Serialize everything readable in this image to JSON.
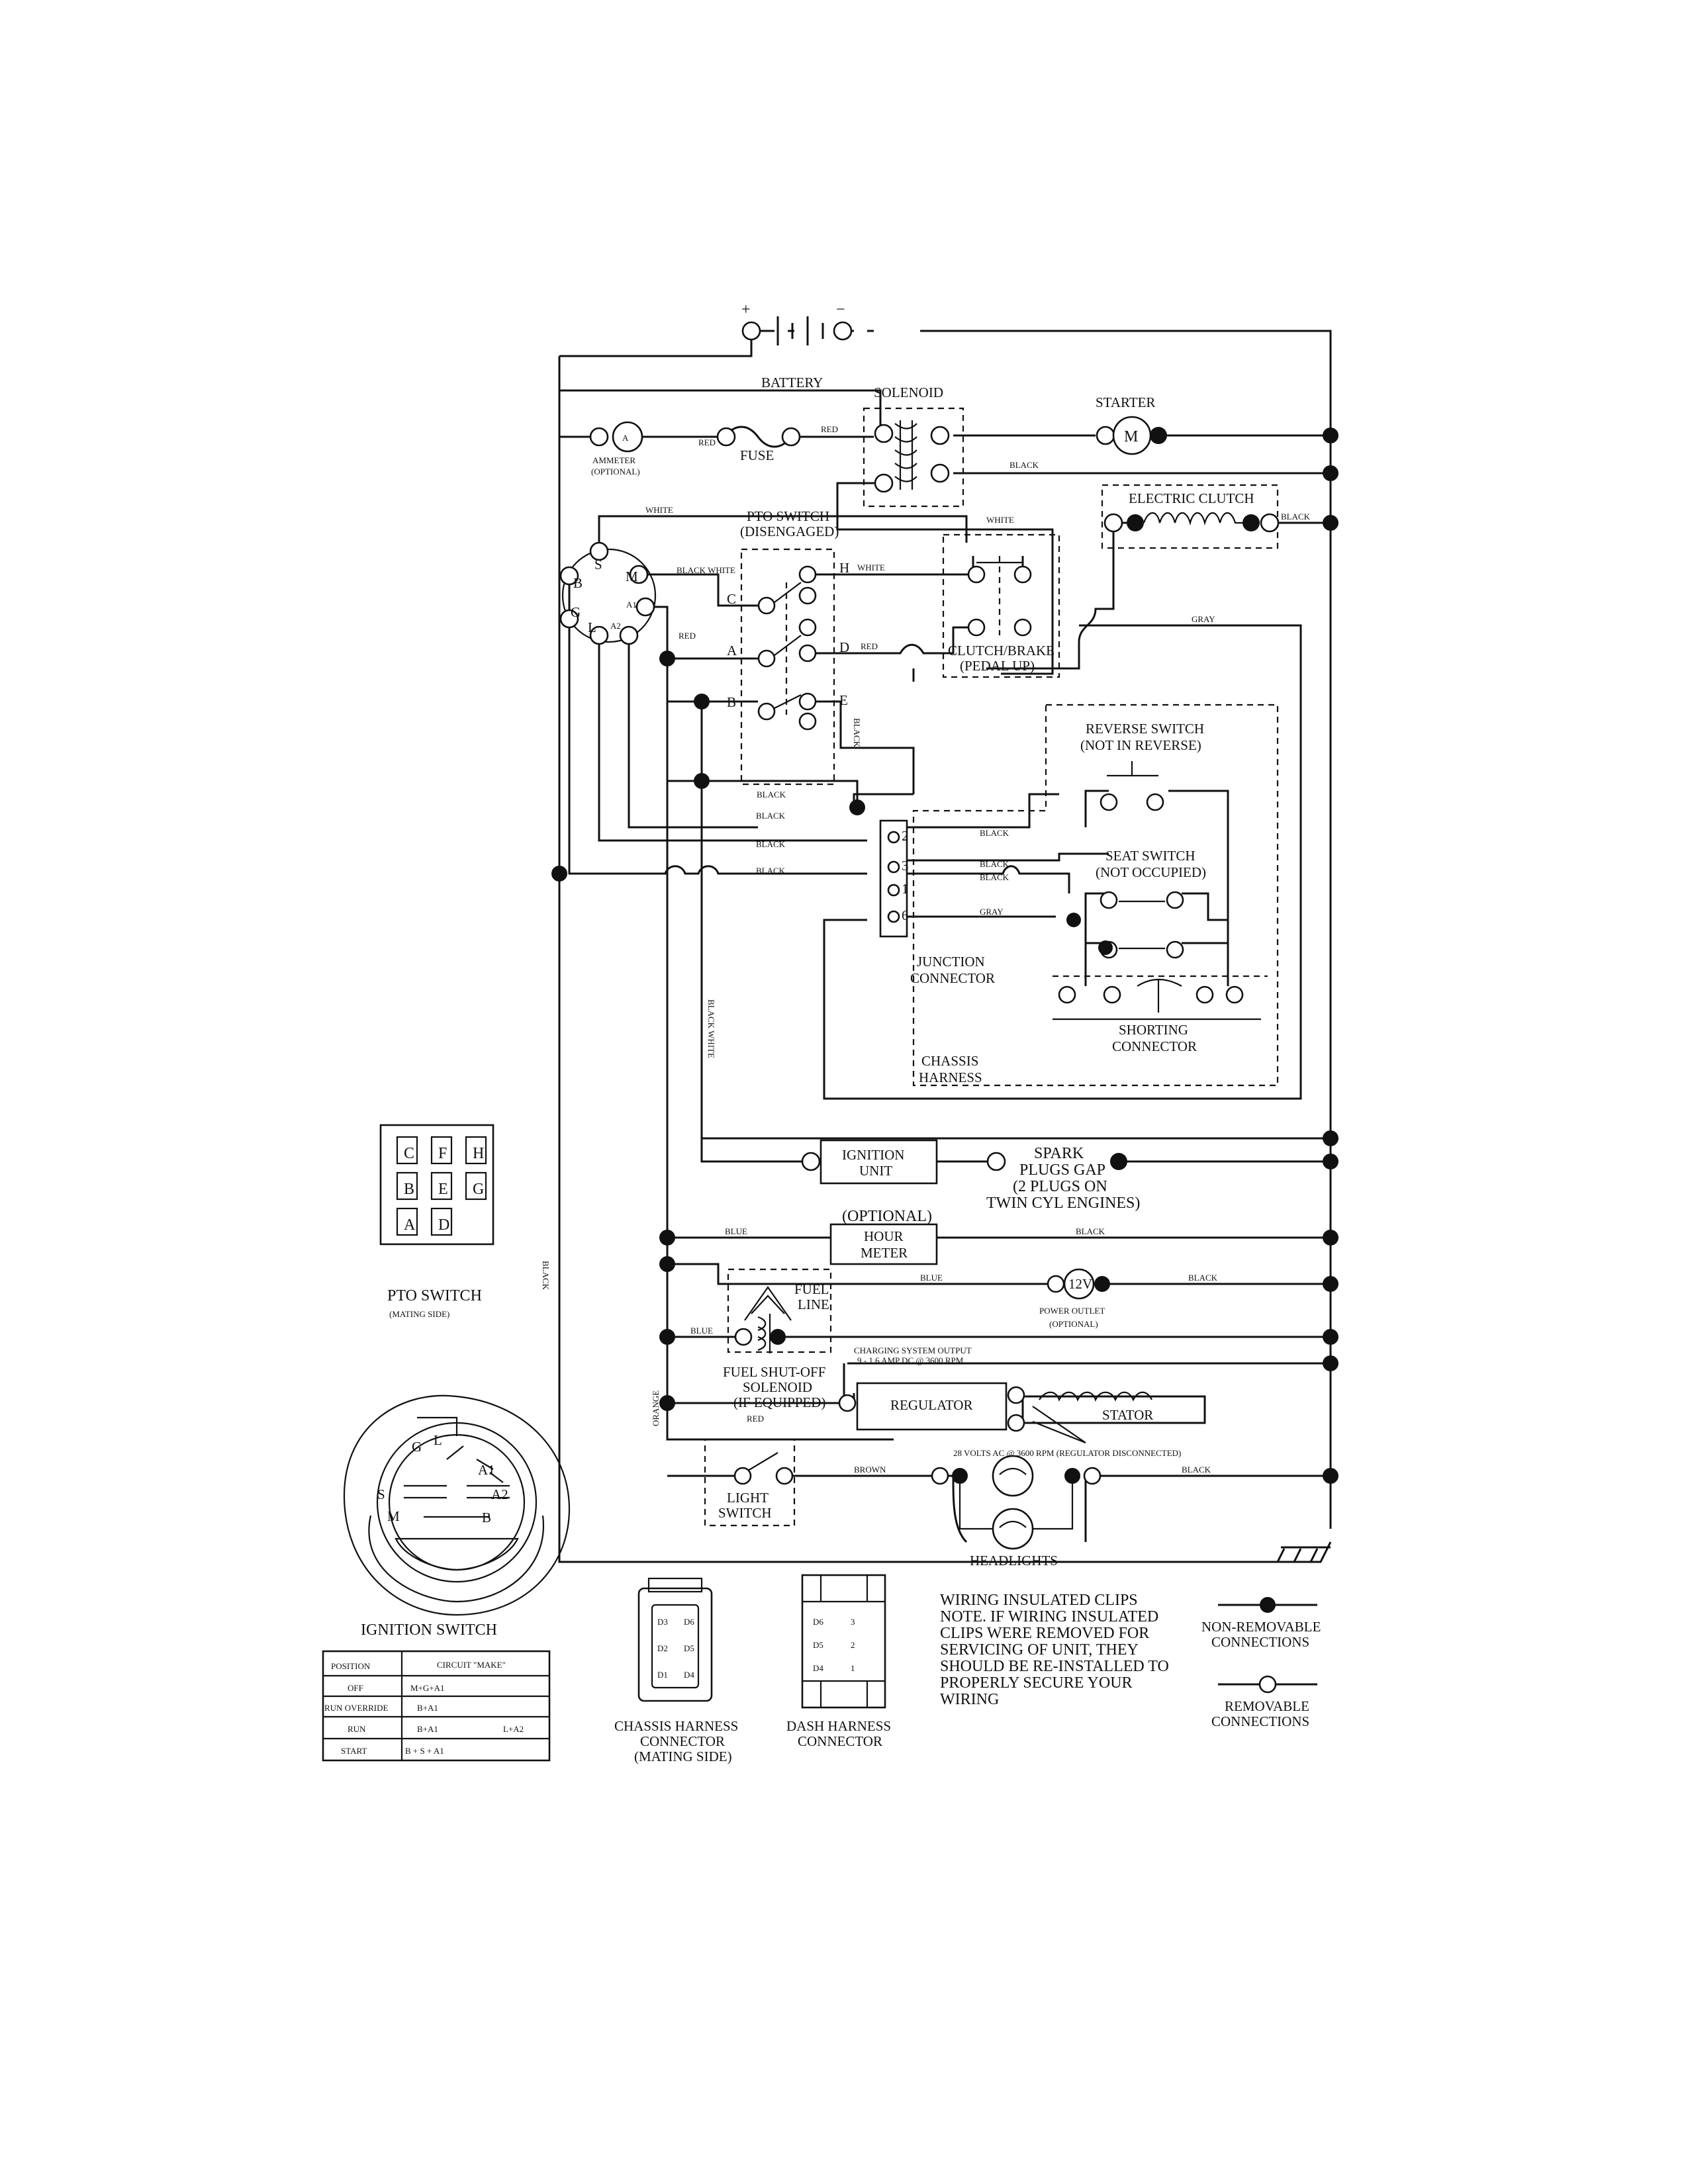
{
  "components": {
    "battery": "BATTERY",
    "battery_pos": "+",
    "battery_neg": "−",
    "solenoid": "SOLENOID",
    "starter": "STARTER",
    "starter_symbol": "M",
    "ammeter_line1": "AMMETER",
    "ammeter_line2": "(OPTIONAL)",
    "ammeter_symbol": "A",
    "fuse": "FUSE",
    "electric_clutch": "ELECTRIC CLUTCH",
    "pto_switch_line1": "PTO SWITCH",
    "pto_switch_line2": "(DISENGAGED)",
    "clutch_brake_line1": "CLUTCH/BRAKE",
    "clutch_brake_line2": "(PEDAL UP)",
    "reverse_switch_line1": "REVERSE SWITCH",
    "reverse_switch_line2": "(NOT IN REVERSE)",
    "seat_switch_line1": "SEAT SWITCH",
    "seat_switch_line2": "(NOT OCCUPIED)",
    "junction_line1": "JUNCTION",
    "junction_line2": "CONNECTOR",
    "shorting_line1": "SHORTING",
    "shorting_line2": "CONNECTOR",
    "chassis_line1": "CHASSIS",
    "chassis_line2": "HARNESS",
    "ignition_unit_line1": "IGNITION",
    "ignition_unit_line2": "UNIT",
    "spark_line1": "SPARK",
    "spark_line2": "PLUGS GAP",
    "spark_line3": "(2 PLUGS ON",
    "spark_line4": "TWIN CYL  ENGINES)",
    "hour_meter_optional": "(OPTIONAL)",
    "hour_meter_line1": "HOUR",
    "hour_meter_line2": "METER",
    "fuel_line_line1": "FUEL",
    "fuel_line_line2": "LINE",
    "power_outlet_symbol": "12V",
    "power_outlet_line1": "POWER OUTLET",
    "power_outlet_line2": "(OPTIONAL)",
    "fuel_solenoid_line1": "FUEL SHUT-OFF",
    "fuel_solenoid_line2": "SOLENOID",
    "fuel_solenoid_line3": "(IF EQUIPPED)",
    "charging_line1": "CHARGING SYSTEM OUTPUT",
    "charging_line2": "9 - 1 6 AMP DC @ 3600 RPM",
    "regulator": "REGULATOR",
    "stator": "STATOR",
    "ac_note": "28 VOLTS AC @ 3600 RPM (REGULATOR DISCONNECTED)",
    "light_switch_line1": "LIGHT",
    "light_switch_line2": "SWITCH",
    "headlights": "HEADLIGHTS"
  },
  "wire_labels": {
    "red": "RED",
    "black": "BLACK",
    "white": "WHITE",
    "gray": "GRAY",
    "blue": "BLUE",
    "brown": "BROWN",
    "black_white": "BLACK WHITE",
    "orange": "ORANGE"
  },
  "terminals": {
    "ign": [
      "S",
      "B",
      "G",
      "L",
      "A2",
      "A1",
      "M"
    ],
    "pto_left": [
      "C",
      "A",
      "B"
    ],
    "pto_right": [
      "H",
      "D",
      "E"
    ],
    "junction": [
      "2",
      "3",
      "1",
      "6"
    ]
  },
  "pto_mating": {
    "grid": [
      [
        "C",
        "F",
        "H"
      ],
      [
        "B",
        "E",
        "G"
      ],
      [
        "A",
        "D",
        ""
      ]
    ],
    "title": "PTO SWITCH",
    "subtitle": "(MATING SIDE)"
  },
  "ignition_switch": {
    "title": "IGNITION SWITCH",
    "face_labels": [
      "G",
      "L",
      "A1",
      "A2",
      "S",
      "M",
      "B"
    ],
    "headers": [
      "POSITION",
      "CIRCUIT  \"MAKE\""
    ],
    "rows": [
      [
        "OFF",
        "M+G+A1",
        ""
      ],
      [
        "RUN OVERRIDE",
        "B+A1",
        ""
      ],
      [
        "RUN",
        "B+A1",
        "L+A2"
      ],
      [
        "START",
        "B + S + A1",
        ""
      ]
    ]
  },
  "chassis_connector": {
    "pins": [
      "D3",
      "D6",
      "D2",
      "D5",
      "D1",
      "D4"
    ],
    "line1": "CHASSIS HARNESS",
    "line2": "CONNECTOR",
    "line3": "(MATING SIDE)"
  },
  "dash_connector": {
    "pins": [
      "D6",
      "3",
      "D5",
      "2",
      "D4",
      "1"
    ],
    "line1": "DASH HARNESS",
    "line2": "CONNECTOR"
  },
  "note": {
    "title": "WIRING INSULATED CLIPS",
    "lines": [
      "NOTE.  IF WIRING INSULATED",
      "CLIPS WERE REMOVED FOR",
      "SERVICING OF UNIT, THEY",
      "SHOULD BE RE-INSTALLED TO",
      "PROPERLY SECURE YOUR",
      "WIRING"
    ]
  },
  "legend": {
    "non_removable_line1": "NON-REMOVABLE",
    "non_removable_line2": "CONNECTIONS",
    "removable_line1": "REMOVABLE",
    "removable_line2": "CONNECTIONS"
  }
}
